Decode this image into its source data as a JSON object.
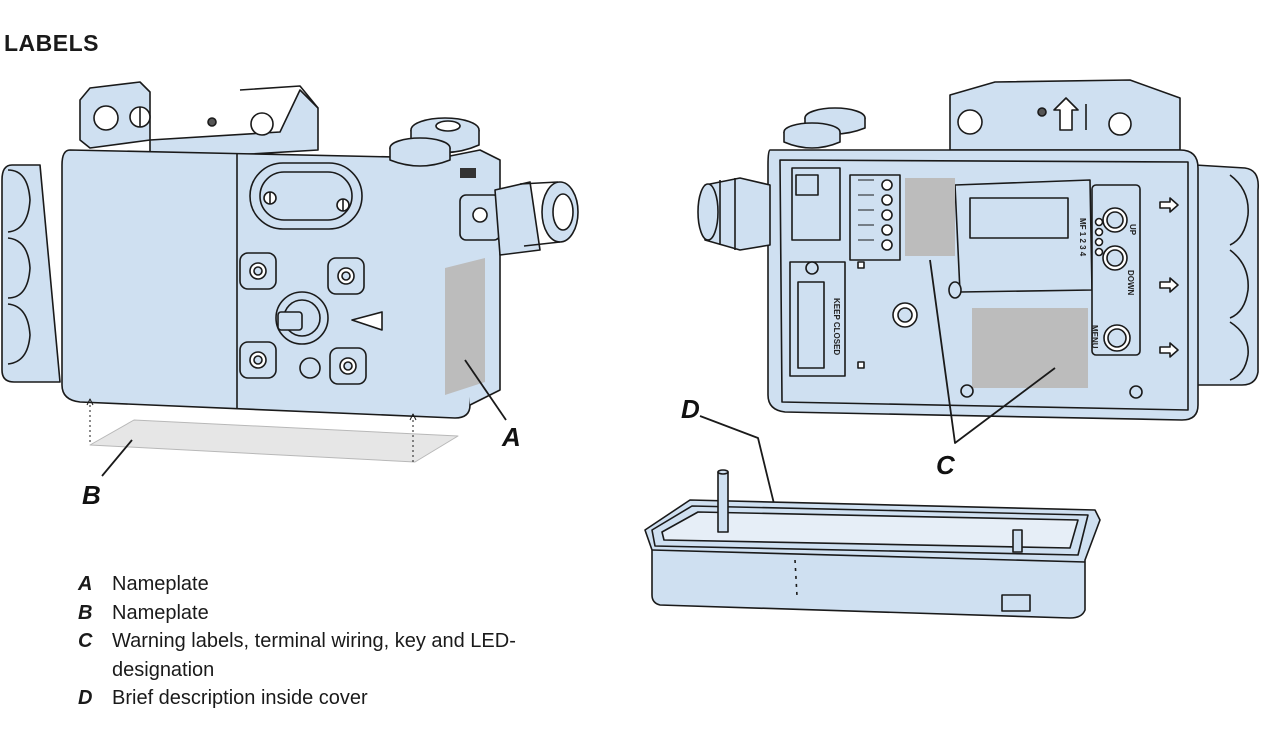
{
  "heading": "LABELS",
  "callouts": {
    "a": "A",
    "b": "B",
    "c": "C",
    "d": "D"
  },
  "legend": [
    {
      "key": "A",
      "text": "Nameplate"
    },
    {
      "key": "B",
      "text": "Nameplate"
    },
    {
      "key": "C",
      "text": "Warning labels, terminal wiring, key and LED-designation"
    },
    {
      "key": "D",
      "text": "Brief description inside cover"
    }
  ],
  "device_marks": {
    "keep_closed": "KEEP CLOSED",
    "up": "UP",
    "down": "DOWN",
    "menu": "MENU",
    "mf_led": "MF 1 2 3 4"
  },
  "colors": {
    "device_fill": "#cfe0f1",
    "label_fill": "#bcbcbc",
    "outline": "#1a1a1a"
  }
}
